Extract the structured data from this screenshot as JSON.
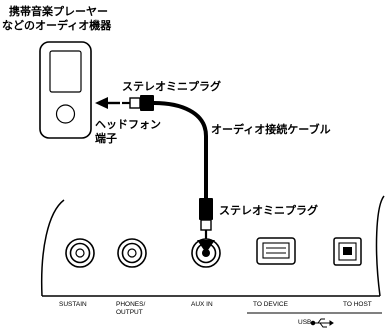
{
  "device": {
    "title_line1": "携帯音楽プレーヤー",
    "title_line2": "などのオーディオ機器",
    "headphone_line1": "ヘッドフォン",
    "headphone_line2": "端子"
  },
  "cable": {
    "stereo_plug_top": "ステレオミニプラグ",
    "cable_label": "オーディオ接続ケーブル",
    "stereo_plug_bottom": "ステレオミニプラグ"
  },
  "panel": {
    "sustain": "SUSTAIN",
    "phones_line1": "PHONES/",
    "phones_line2": "OUTPUT",
    "aux_in": "AUX IN",
    "to_device": "TO DEVICE",
    "to_host": "TO HOST",
    "usb": "USB"
  }
}
